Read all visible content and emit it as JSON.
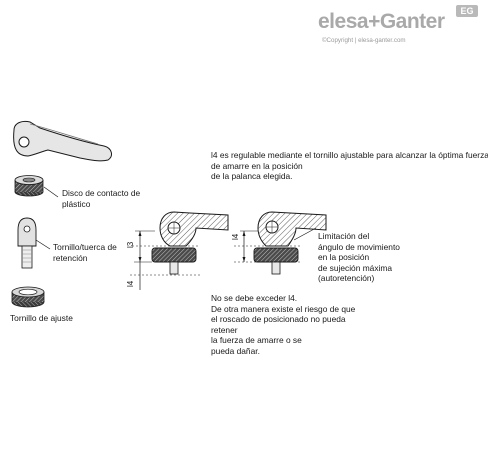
{
  "brand": {
    "logo_part1": "elesa",
    "logo_sep": "+",
    "logo_part2": "Ganter",
    "badge": "EG",
    "copyright": "©Copyright | elesa-ganter.com"
  },
  "components": {
    "disc_label": [
      "Disco de contacto de",
      "plástico"
    ],
    "screw_label": [
      "Tornillo/tuerca de",
      "retención"
    ],
    "ring_label": "Tornillo de ajuste"
  },
  "description": [
    "l4 es regulable mediante el tornillo ajustable para alcanzar la óptima fuerza",
    "de amarre en la posición",
    "de la palanca elegida."
  ],
  "dimension_labels": {
    "l3": "l3",
    "l4": "l4"
  },
  "limitation_note": [
    "Limitación del",
    "ángulo de movimiento",
    "en la posición",
    "de sujeción máxima",
    "(autoretención)"
  ],
  "warning": [
    "No se debe exceder l4.",
    "De otra manera existe el riesgo de que",
    "el roscado de posicionado no pueda",
    "retener",
    "la fuerza de amarre o se",
    "pueda dañar."
  ],
  "colors": {
    "logo_gray": "#a9a9a9",
    "line": "#1a1a1a",
    "hatch_fill": "#ffffff"
  }
}
